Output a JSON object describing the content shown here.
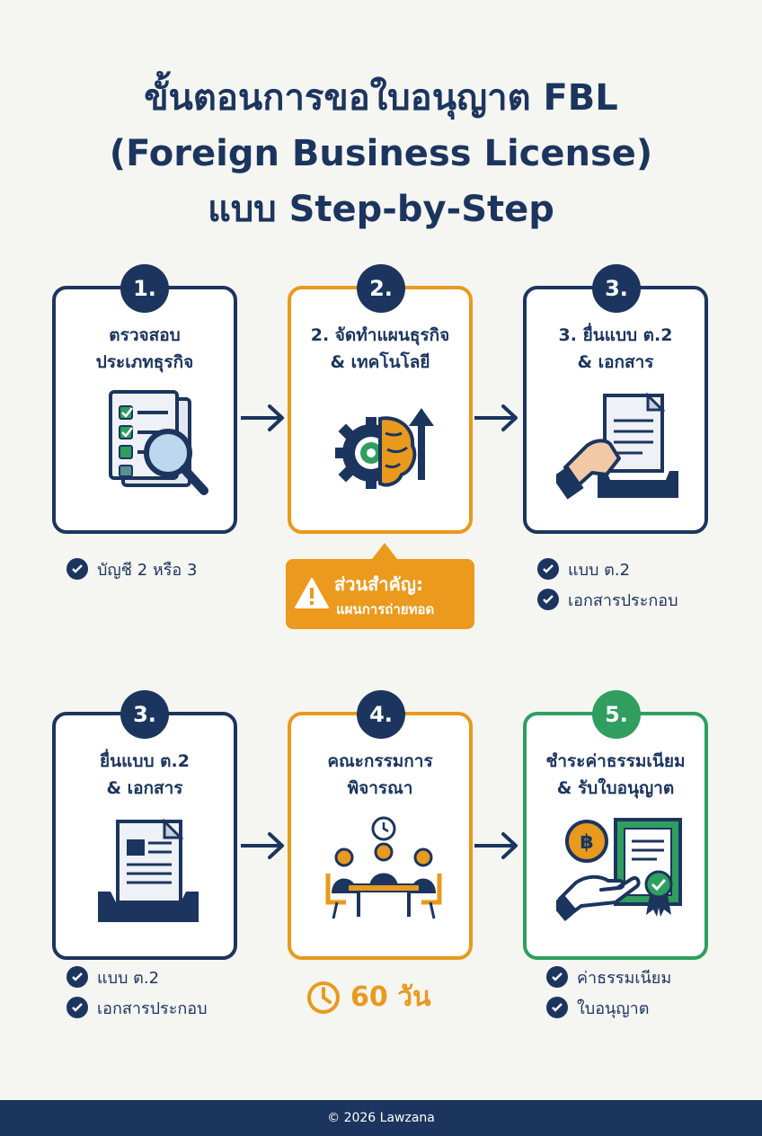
{
  "title": {
    "line1": "ขั้นตอนการขอใบอนุญาต FBL",
    "line2": "(Foreign Business License)",
    "line3": "แบบ Step-by-Step"
  },
  "steps": [
    {
      "badge": "1.",
      "title_line1": "ตรวจสอบ",
      "title_line2": "ประเภทธุรกิจ",
      "icon": "document-magnifier-icon",
      "checks": [
        "บัญชี 2 หรือ 3"
      ]
    },
    {
      "badge": "2.",
      "title_line1": "2. จัดทำแผนธุรกิจ",
      "title_line2": "& เทคโนโลยี",
      "icon": "gear-brain-growth-icon",
      "callout_title": "ส่วนสำคัญ:",
      "callout_text": "แผนการถ่ายทอด"
    },
    {
      "badge": "3.",
      "title_line1": "3. ยื่นแบบ ต.2",
      "title_line2": "& เอกสาร",
      "icon": "hand-document-tray-icon",
      "checks": [
        "แบบ ต.2",
        "เอกสารประกอบ"
      ]
    },
    {
      "badge": "3.",
      "title_line1": "ยื่นแบบ ต.2",
      "title_line2": "& เอกสาร",
      "icon": "document-tray-icon",
      "checks": [
        "แบบ ต.2",
        "เอกสารประกอบ"
      ]
    },
    {
      "badge": "4.",
      "title_line1": "คณะกรรมการ",
      "title_line2": "พิจารณา",
      "icon": "committee-meeting-icon",
      "duration": "60 วัน"
    },
    {
      "badge": "5.",
      "title_line1": "ชำระค่าธรรมเนียม",
      "title_line2": "& รับใบอนุญาต",
      "icon": "payment-certificate-icon",
      "checks": [
        "ค่าธรรมเนียม",
        "ใบอนุญาต"
      ]
    }
  ],
  "footer": "© 2026 Lawzana",
  "colors": {
    "navy": "#1c355e",
    "orange": "#e89a1e",
    "green": "#2f9e5f",
    "background": "#f5f5f2"
  }
}
